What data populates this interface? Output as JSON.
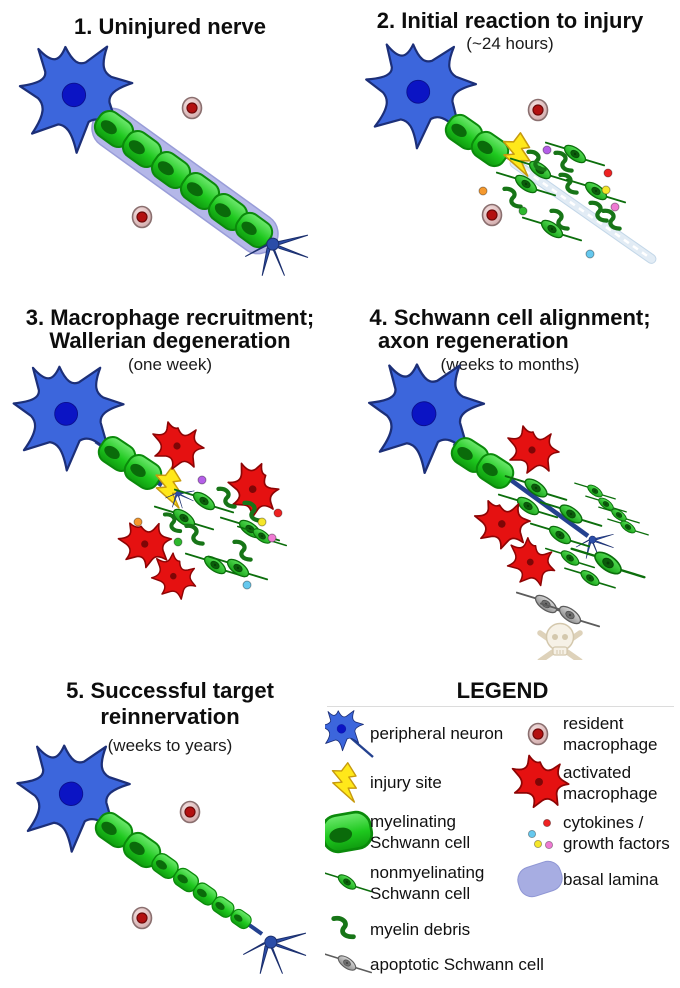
{
  "figure": {
    "title_implicit": "Peripheral nerve injury and regeneration stages",
    "background": "#ffffff",
    "panels": [
      {
        "id": 1,
        "title": "1. Uninjured nerve",
        "subtitle": "",
        "elements": [
          "peripheral-neuron",
          "myelinating-schwann-cells",
          "basal-lamina-sheath",
          "resident-macrophages",
          "axon-terminal"
        ]
      },
      {
        "id": 2,
        "title": "2. Initial reaction to injury",
        "subtitle": "(~24 hours)",
        "elements": [
          "peripheral-neuron",
          "myelinating-schwann-cells",
          "injury-site-bolt",
          "empty-basal-lamina-tube",
          "nonmyelinating-schwann-cells",
          "myelin-debris",
          "cytokine-dots",
          "resident-macrophages"
        ]
      },
      {
        "id": 3,
        "title": "3. Macrophage recruitment;",
        "title2": "Wallerian degeneration",
        "subtitle": "(one week)",
        "elements": [
          "peripheral-neuron",
          "myelinating-schwann-cells",
          "injury-site-bolt",
          "activated-macrophages",
          "nonmyelinating-schwann-cells",
          "myelin-debris",
          "cytokine-dots",
          "axon-sprout"
        ]
      },
      {
        "id": 4,
        "title": "4. Schwann cell alignment;",
        "title2": "axon regeneration",
        "subtitle": "(weeks to months)",
        "elements": [
          "peripheral-neuron",
          "myelinating-schwann-cells",
          "regenerating-axon",
          "aligned-nonmyelinating-schwann-cells",
          "activated-macrophages",
          "apoptotic-schwann-cells",
          "skull-and-crossbones"
        ]
      },
      {
        "id": 5,
        "title": "5. Successful target",
        "title2": "reinnervation",
        "subtitle": "(weeks to years)",
        "elements": [
          "peripheral-neuron",
          "myelinating-schwann-cells",
          "resident-macrophages",
          "axon-terminal"
        ]
      }
    ],
    "legend": {
      "title": "LEGEND",
      "items_left": [
        {
          "icon": "peripheral-neuron-icon",
          "label": "peripheral neuron"
        },
        {
          "icon": "injury-site-icon",
          "label": "injury site"
        },
        {
          "icon": "myelinating-schwann-cell-icon",
          "label": "myelinating\nSchwann cell"
        },
        {
          "icon": "nonmyelinating-schwann-cell-icon",
          "label": "nonmyelinating\nSchwann cell"
        },
        {
          "icon": "myelin-debris-icon",
          "label": "myelin debris"
        },
        {
          "icon": "apoptotic-schwann-cell-icon",
          "label": "apoptotic Schwann cell"
        }
      ],
      "items_right": [
        {
          "icon": "resident-macrophage-icon",
          "label": "resident\nmacrophage"
        },
        {
          "icon": "activated-macrophage-icon",
          "label": "activated\nmacrophage"
        },
        {
          "icon": "cytokines-growth-factors-icon",
          "label": "cytokines /\ngrowth factors"
        },
        {
          "icon": "basal-lamina-icon",
          "label": "basal lamina"
        }
      ]
    },
    "colors": {
      "neuron_body": "#3c66dc",
      "neuron_nucleus": "#0b14c4",
      "axon": "#24418f",
      "myelin_green": "#1ec81e",
      "myelin_spot": "#0a6b0a",
      "basal_lamina": "#b4b7e8",
      "schwann_spindle_green": "#2fcf37",
      "myelin_debris_green": "#177517",
      "resident_macrophage_body": "#d9b6b6",
      "resident_macrophage_core": "#b31111",
      "activated_macrophage_red": "#e51111",
      "injury_bolt_yellow": "#ffe81a",
      "apoptotic_gray": "#a8a8a8",
      "empty_tube_blue": "#e2ecf5",
      "cytokine_dots": [
        "#ee2222",
        "#66c8ee",
        "#f5e62a",
        "#ee7ad2",
        "#b55fe8",
        "#f5992e",
        "#2eb82e"
      ]
    }
  }
}
